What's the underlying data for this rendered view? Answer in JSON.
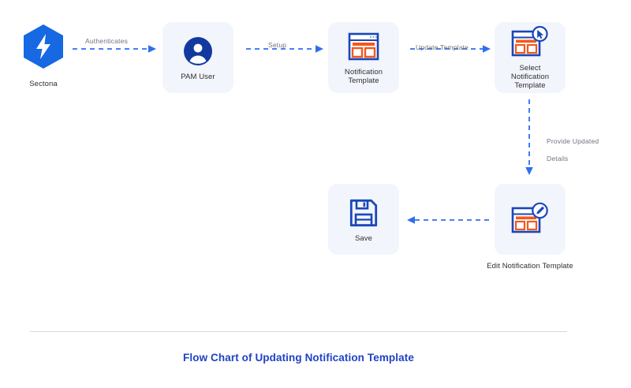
{
  "diagram": {
    "title": "Flow Chart of Updating Notification Template",
    "accent_blue": "#1f43c4",
    "arrow_blue": "#2f6ef0",
    "card_bg": "#f2f5fc",
    "orange": "#f4581c",
    "nodes": [
      {
        "id": "sectona",
        "label": "Sectona",
        "icon": "sectona-hexagon-bolt-icon",
        "style": "plain"
      },
      {
        "id": "pam-user",
        "label": "PAM User",
        "icon": "user-avatar-icon",
        "style": "card"
      },
      {
        "id": "notification-template",
        "label": "Notification\nTemplate",
        "label_line1": "Notification",
        "label_line2": "Template",
        "icon": "browser-template-icon",
        "style": "card"
      },
      {
        "id": "select-notification-template",
        "label": "Select Notification Template",
        "label_line1": "Select",
        "label_line2": "Notification",
        "label_line3": "Template",
        "icon": "browser-template-cursor-icon",
        "style": "card"
      },
      {
        "id": "save",
        "label": "Save",
        "icon": "floppy-disk-save-icon",
        "style": "card"
      },
      {
        "id": "edit-notification-template",
        "label": "Edit Notification Template",
        "icon": "browser-template-pencil-icon",
        "style": "card-label-below"
      }
    ],
    "connectors": [
      {
        "id": "authenticates",
        "label": "Authenticates",
        "from": "sectona",
        "to": "pam-user",
        "direction": "right"
      },
      {
        "id": "setup",
        "label": "Setup",
        "from": "pam-user",
        "to": "notification-template",
        "direction": "right"
      },
      {
        "id": "update-template",
        "label": "Update Template",
        "from": "notification-template",
        "to": "select-notification-template",
        "direction": "right"
      },
      {
        "id": "provide-updated-details",
        "label": "Provide Updated\nDetails",
        "label_line1": "Provide Updated",
        "label_line2": "Details",
        "from": "select-notification-template",
        "to": "edit-notification-template",
        "direction": "down"
      },
      {
        "id": "edit-to-save",
        "label": "",
        "from": "edit-notification-template",
        "to": "save",
        "direction": "left"
      }
    ]
  }
}
